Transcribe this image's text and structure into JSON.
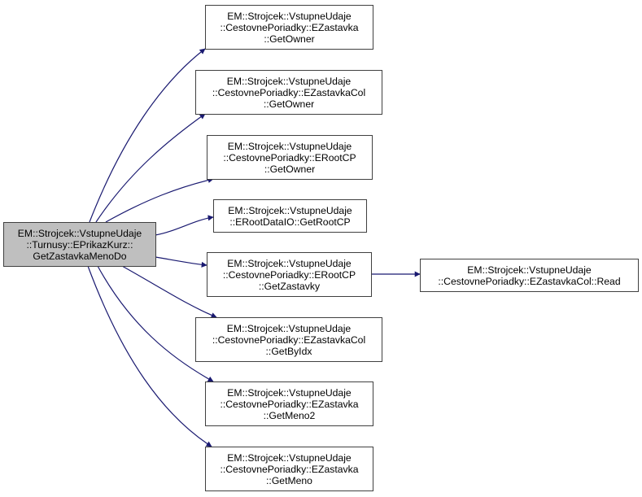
{
  "diagram": {
    "type": "call-graph",
    "edge_color": "#191970",
    "root": {
      "id": "root",
      "lines": [
        "EM::Strojcek::VstupneUdaje",
        "::Turnusy::EPrikazKurz::",
        "GetZastavkaMenoDo"
      ],
      "fill": "#bfbfbf"
    },
    "nodes": [
      {
        "id": "n1",
        "lines": [
          "EM::Strojcek::VstupneUdaje",
          "::CestovnePoriadky::EZastavka",
          "::GetOwner"
        ]
      },
      {
        "id": "n2",
        "lines": [
          "EM::Strojcek::VstupneUdaje",
          "::CestovnePoriadky::EZastavkaCol",
          "::GetOwner"
        ]
      },
      {
        "id": "n3",
        "lines": [
          "EM::Strojcek::VstupneUdaje",
          "::CestovnePoriadky::ERootCP",
          "::GetOwner"
        ]
      },
      {
        "id": "n4",
        "lines": [
          "EM::Strojcek::VstupneUdaje",
          "::ERootDataIO::GetRootCP"
        ]
      },
      {
        "id": "n5",
        "lines": [
          "EM::Strojcek::VstupneUdaje",
          "::CestovnePoriadky::ERootCP",
          "::GetZastavky"
        ]
      },
      {
        "id": "n6",
        "lines": [
          "EM::Strojcek::VstupneUdaje",
          "::CestovnePoriadky::EZastavkaCol",
          "::GetByIdx"
        ]
      },
      {
        "id": "n7",
        "lines": [
          "EM::Strojcek::VstupneUdaje",
          "::CestovnePoriadky::EZastavka",
          "::GetMeno2"
        ]
      },
      {
        "id": "n8",
        "lines": [
          "EM::Strojcek::VstupneUdaje",
          "::CestovnePoriadky::EZastavka",
          "::GetMeno"
        ]
      },
      {
        "id": "n9",
        "lines": [
          "EM::Strojcek::VstupneUdaje",
          "::CestovnePoriadky::EZastavkaCol::Read"
        ]
      }
    ],
    "edges": [
      {
        "from": "root",
        "to": "n1"
      },
      {
        "from": "root",
        "to": "n2"
      },
      {
        "from": "root",
        "to": "n3"
      },
      {
        "from": "root",
        "to": "n4"
      },
      {
        "from": "root",
        "to": "n5"
      },
      {
        "from": "root",
        "to": "n6"
      },
      {
        "from": "root",
        "to": "n7"
      },
      {
        "from": "root",
        "to": "n8"
      },
      {
        "from": "n5",
        "to": "n9"
      }
    ]
  }
}
